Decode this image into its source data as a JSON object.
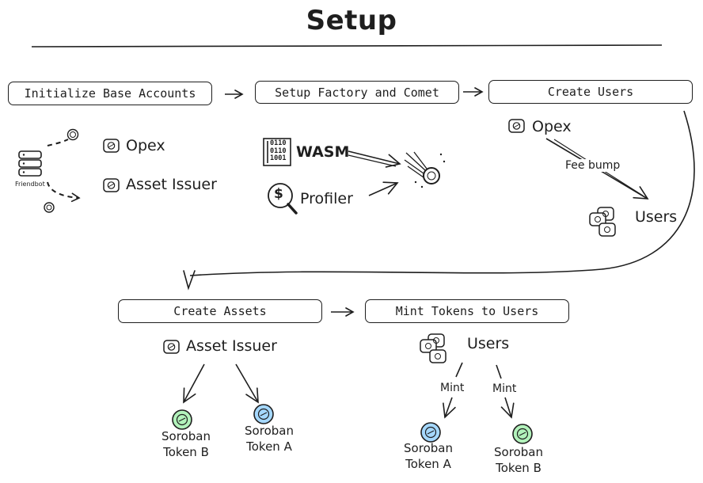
{
  "title": "Setup",
  "steps": {
    "initialize": "Initialize Base Accounts",
    "factory": "Setup Factory and Comet",
    "create_users": "Create Users",
    "create_assets": "Create Assets",
    "mint_tokens": "Mint Tokens to Users"
  },
  "section1": {
    "friendbot": "Friendbot",
    "opex": "Opex",
    "asset_issuer": "Asset Issuer"
  },
  "section2": {
    "wasm": "WASM",
    "wasm_bits": [
      "0110",
      "0110",
      "1001"
    ],
    "profiler": "Profiler",
    "profiler_symbol": "$"
  },
  "section3": {
    "opex": "Opex",
    "fee_bump": "Fee bump",
    "users": "Users"
  },
  "section4": {
    "asset_issuer": "Asset Issuer",
    "token_b": [
      "Soroban",
      "Token B"
    ],
    "token_a": [
      "Soroban",
      "Token A"
    ]
  },
  "section5": {
    "users": "Users",
    "mint_left": "Mint",
    "mint_right": "Mint",
    "token_a": [
      "Soroban",
      "Token A"
    ],
    "token_b": [
      "Soroban",
      "Token B"
    ]
  },
  "colors": {
    "stroke": "#1e1e1e",
    "token_green": "#b2f2bb",
    "token_blue": "#a5d8ff"
  }
}
